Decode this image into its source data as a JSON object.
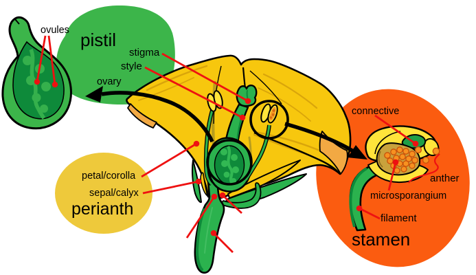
{
  "diagram": {
    "type": "botanical-diagram",
    "subject": "mature flower anatomy (longitudinal section) with pistil, perianth and stamen details",
    "background": "#ffffff",
    "labels": {
      "ovules": "ovules",
      "pistil": "pistil",
      "stigma": "stigma",
      "style": "style",
      "ovary": "ovary",
      "petal_corolla": "petal/corolla",
      "sepal_calyx": "sepal/calyx",
      "perianth": "perianth",
      "connective": "connective",
      "anther": "anther",
      "microsporangium": "microsporangium",
      "filament": "filament",
      "stamen": "stamen"
    },
    "groups": [
      {
        "name": "pistil",
        "title": "pistil",
        "parts": [
          "stigma",
          "style",
          "ovary",
          "ovules"
        ]
      },
      {
        "name": "perianth",
        "title": "perianth",
        "parts": [
          "petal/corolla",
          "sepal/calyx"
        ]
      },
      {
        "name": "stamen",
        "title": "stamen",
        "parts": [
          "connective",
          "anther",
          "microsporangium",
          "filament"
        ]
      }
    ],
    "palette": {
      "blobGreen": "#3cb54a",
      "green": "#2bb24e",
      "greenMid": "#23a447",
      "greenDark": "#0e8a3a",
      "petalYellow": "#f7c70e",
      "petalStreak": "#d9a50b",
      "flapOrange": "#f2a943",
      "antherYellow": "#ffe43b",
      "circleYellow": "#eec93b",
      "orangeEllipse": "#fb5c10",
      "pollenOrange": "#f79120",
      "pollenEdge": "#c8500a",
      "pocketTan": "#c9a23c",
      "leaderRed": "#ee1111",
      "ink": "#000000"
    }
  }
}
